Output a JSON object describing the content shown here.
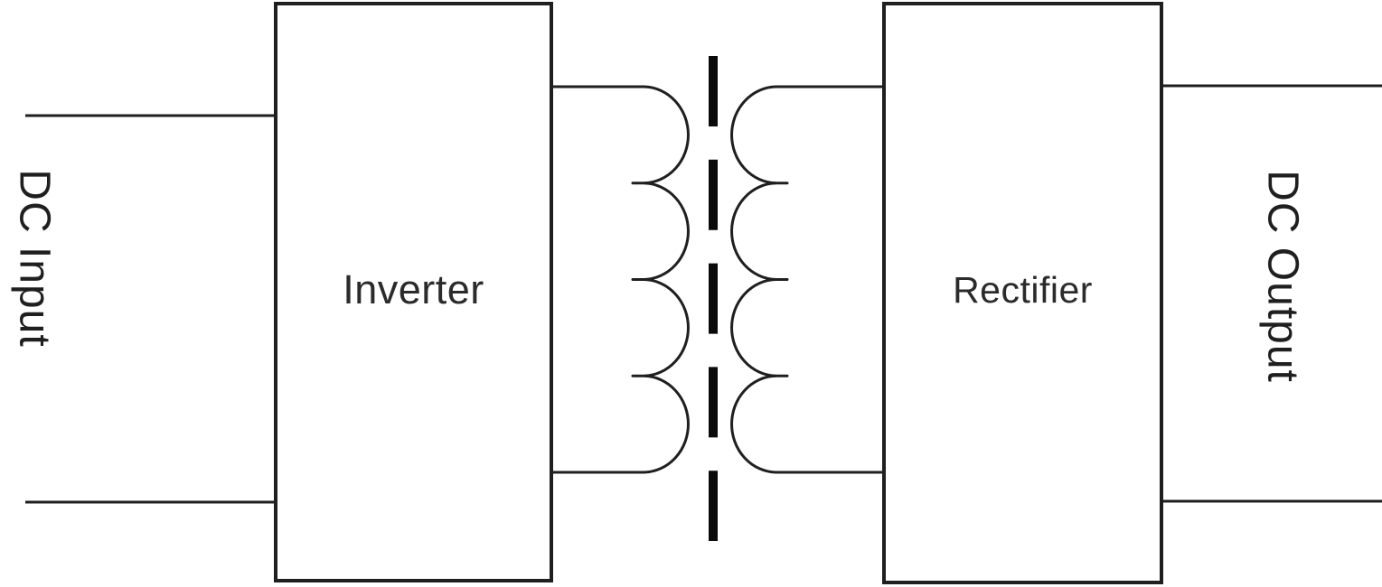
{
  "diagram": {
    "title_implied": "Isolated DC-DC converter block diagram",
    "input_label": "DC Input",
    "output_label": "DC Output",
    "blocks": [
      {
        "label": "Inverter"
      },
      {
        "label": "Rectifier"
      }
    ],
    "transformer": {
      "name": "isolation-transformer",
      "primary_loops": 4,
      "secondary_loops": 4,
      "core_style": "dashed-vertical-line"
    },
    "colors": {
      "background": "#ffffff",
      "line": "#1f1f1f",
      "core_dash": "#0a0a0a",
      "text": "#2b2b2b"
    }
  }
}
